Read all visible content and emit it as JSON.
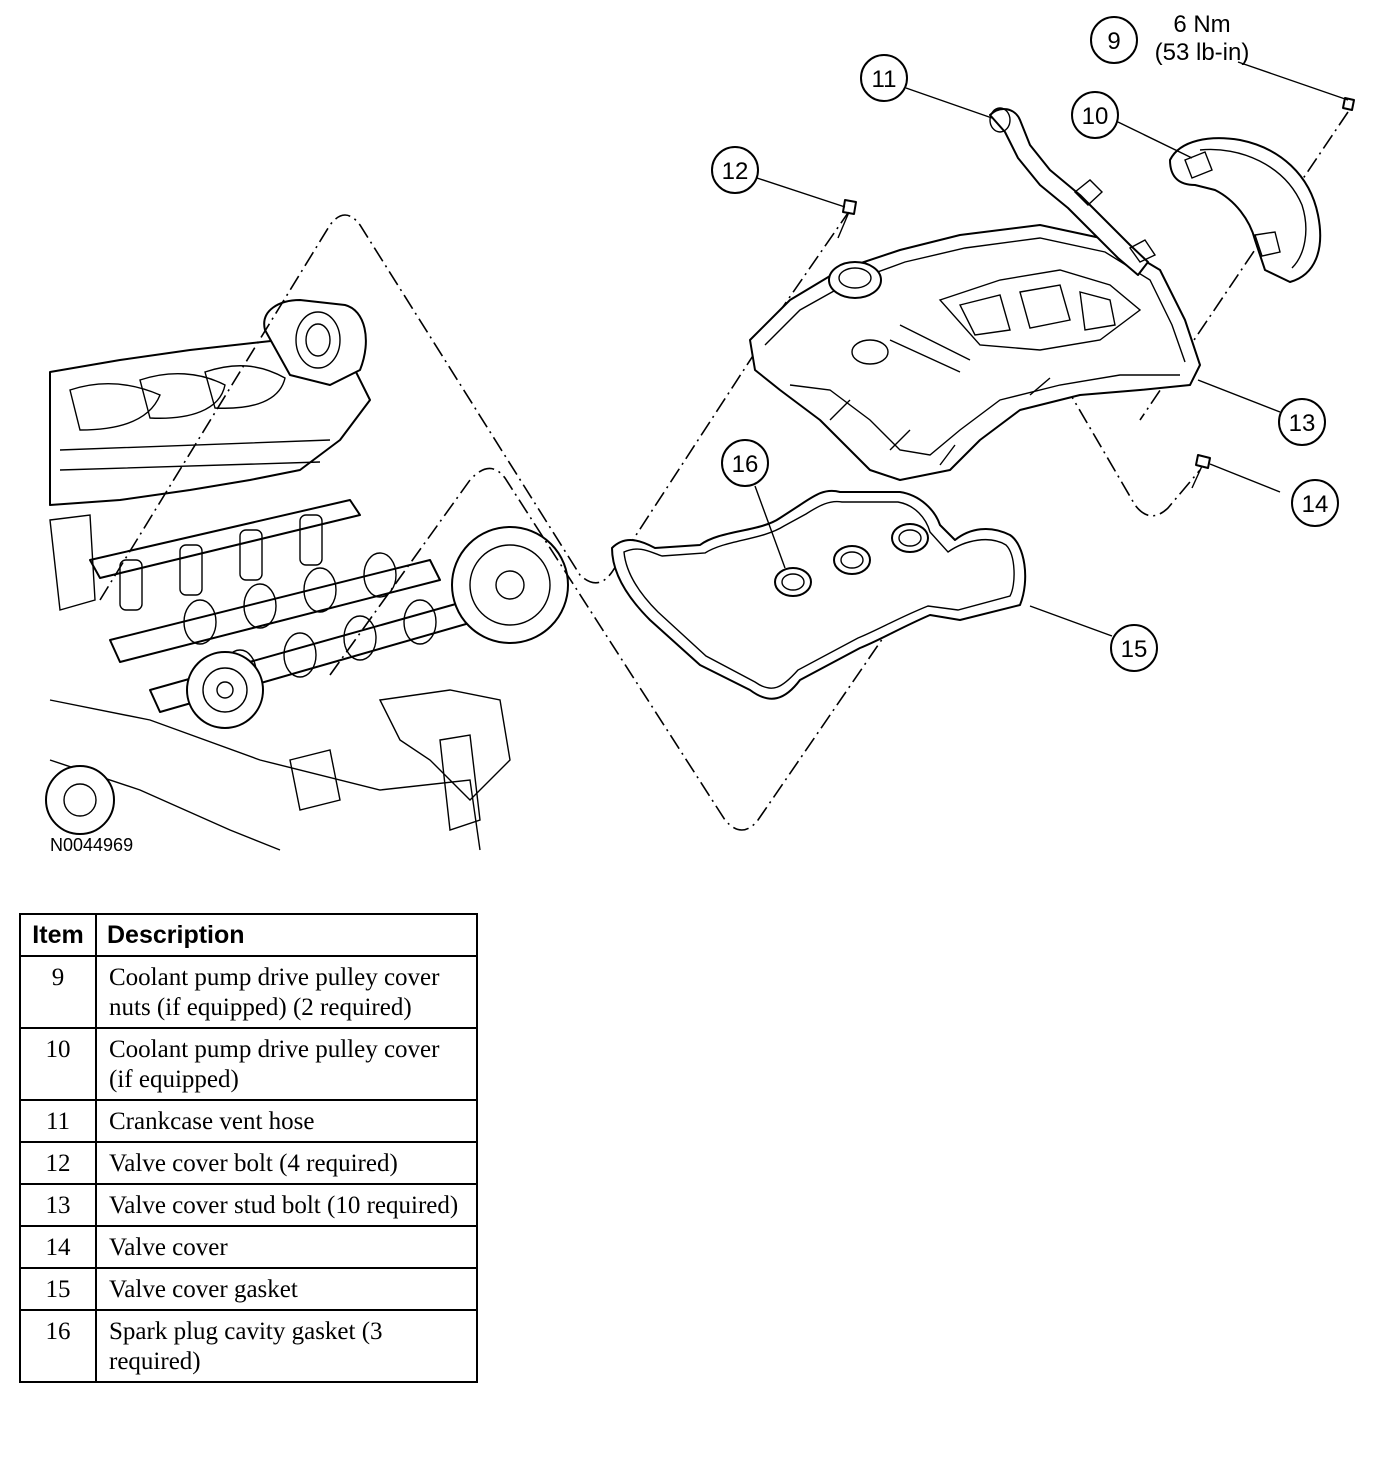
{
  "figure_id": "N0044969",
  "torque": {
    "nm": "6 Nm",
    "lbin": "(53 lb-in)"
  },
  "callouts": [
    {
      "id": "c9",
      "label": "9"
    },
    {
      "id": "c10",
      "label": "10"
    },
    {
      "id": "c11",
      "label": "11"
    },
    {
      "id": "c12",
      "label": "12"
    },
    {
      "id": "c13",
      "label": "13"
    },
    {
      "id": "c14",
      "label": "14"
    },
    {
      "id": "c15",
      "label": "15"
    },
    {
      "id": "c16",
      "label": "16"
    }
  ],
  "legend": {
    "header_item": "Item",
    "header_description": "Description",
    "rows": [
      {
        "item": "9",
        "description": "Coolant pump drive pulley cover nuts (if equipped) (2 required)"
      },
      {
        "item": "10",
        "description": "Coolant pump drive pulley cover (if equipped)"
      },
      {
        "item": "11",
        "description": "Crankcase vent hose"
      },
      {
        "item": "12",
        "description": "Valve cover bolt (4 required)"
      },
      {
        "item": "13",
        "description": "Valve cover stud bolt (10 required)"
      },
      {
        "item": "14",
        "description": "Valve cover"
      },
      {
        "item": "15",
        "description": "Valve cover gasket"
      },
      {
        "item": "16",
        "description": "Spark plug cavity gasket (3 required)"
      }
    ]
  }
}
